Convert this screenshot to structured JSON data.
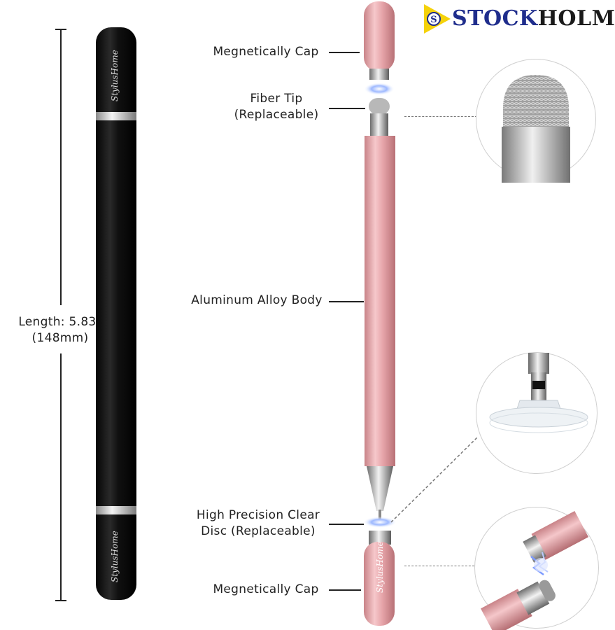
{
  "brand": {
    "logo_icon": "stockholm-s-badge",
    "name_part1": "STOCK",
    "name_part2": "HOLM",
    "colors": {
      "badge": "#f5d20a",
      "part1": "#1f2d8c",
      "part2": "#1a1a1a"
    }
  },
  "length": {
    "line1": "Length: 5.83\"",
    "line2": "(148mm)"
  },
  "labels": {
    "cap_top": "Megnetically Cap",
    "fiber_tip_line1": "Fiber Tip",
    "fiber_tip_line2": "(Replaceable)",
    "body": "Aluminum Alloy Body",
    "disc_line1": "High Precision Clear",
    "disc_line2": "Disc (Replaceable)",
    "cap_bottom": "Megnetically Cap"
  },
  "pen_logo": "StylusHome",
  "colors": {
    "black_pen": "#141414",
    "rose_pen": "#e9a9ad",
    "silver": "#c9c9c9"
  }
}
